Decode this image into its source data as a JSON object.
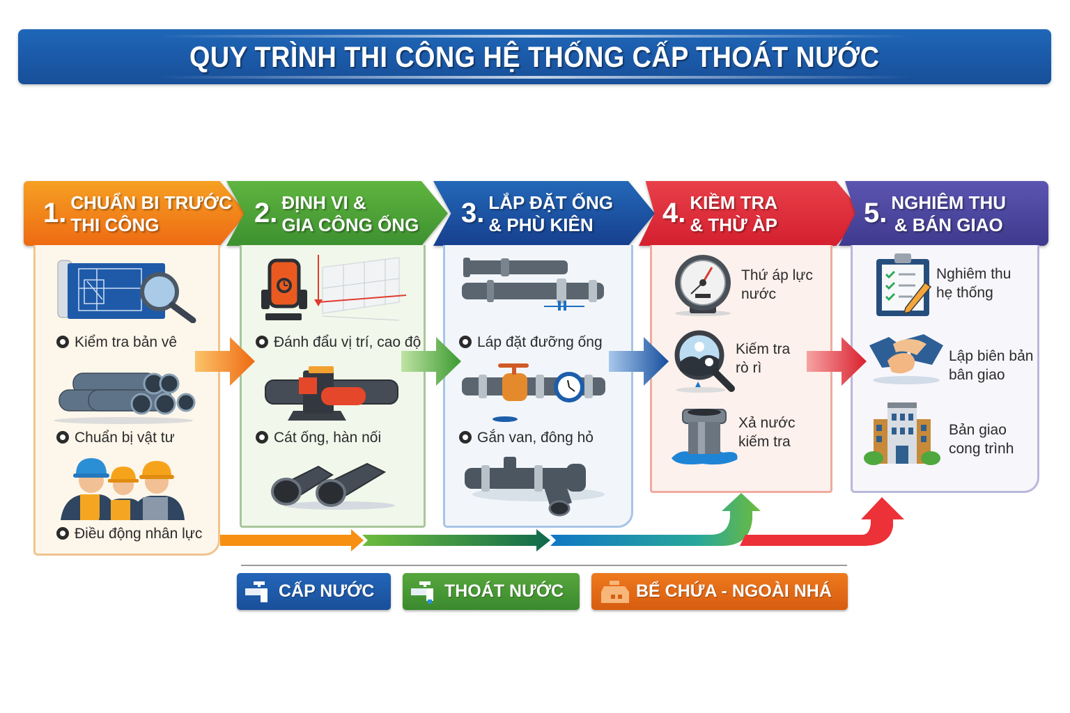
{
  "title": "QUY TRÌNH THI CÔNG HỆ THỐNG CẤP THOÁT NƯỚC",
  "colors": {
    "banner": "#1b5aa9",
    "step1": "#ee6a12",
    "step2": "#4a9f34",
    "step3": "#1d4f9e",
    "step4": "#dd2a36",
    "step5": "#4b46a0"
  },
  "steps": [
    {
      "number": "1.",
      "title_line1": "CHUẨN BI TRƯỚC",
      "title_line2": "THI CÔNG",
      "items": [
        {
          "label": "Kiểm tra bản vê",
          "icon": "blueprint-magnifier-icon"
        },
        {
          "label": "Chuẩn bị vật tư",
          "icon": "pipe-stack-icon"
        },
        {
          "label": "Điều động nhân lực",
          "icon": "workers-icon"
        }
      ]
    },
    {
      "number": "2.",
      "title_line1": "ĐỊNH VI &",
      "title_line2": "GIA CÔNG ỐNG",
      "items": [
        {
          "label": "Đánh đẩu vị trí, cao độ",
          "icon": "laser-level-icon"
        },
        {
          "label": "Cát ống, hàn nối",
          "icon": "pipe-cutter-icon"
        },
        {
          "label": "",
          "icon": "pipe-fittings-icon"
        }
      ]
    },
    {
      "number": "3.",
      "title_line1": "LẮP ĐẶT ỐNG",
      "title_line2": "& PHÙ KIÊN",
      "items": [
        {
          "label": "Láp đặt đưỡng ống",
          "icon": "pipes-clamp-icon"
        },
        {
          "label": "Gắn van, đông hỏ",
          "icon": "valve-meter-icon"
        },
        {
          "label": "",
          "icon": "tee-fitting-icon"
        }
      ]
    },
    {
      "number": "4.",
      "title_line1": "KIỀM TRA",
      "title_line2": "& THỪ ÀP",
      "items": [
        {
          "label_line1": "Thứ áp lực",
          "label_line2": "nước",
          "icon": "pressure-gauge-icon"
        },
        {
          "label_line1": "Kiếm tra",
          "label_line2": "rò rì",
          "icon": "leak-magnifier-icon"
        },
        {
          "label_line1": "Xả nước",
          "label_line2": "kiếm tra",
          "icon": "drain-pipe-icon"
        }
      ]
    },
    {
      "number": "5.",
      "title_line1": "NGHIÊM THU",
      "title_line2": "& BÁN GIAO",
      "items": [
        {
          "label_line1": "Nghiêm thu",
          "label_line2": "hẹ thống",
          "icon": "checklist-clipboard-icon"
        },
        {
          "label_line1": "Lập biên bản",
          "label_line2": "bân giao",
          "icon": "handshake-icon"
        },
        {
          "label_line1": "Bản giao",
          "label_line2": "cong trình",
          "icon": "building-icon"
        }
      ]
    }
  ],
  "legend": [
    {
      "label": "CẤP NƯỚC",
      "icon": "faucet-icon",
      "color": "#1f5eae"
    },
    {
      "label": "THOÁT NƯỚC",
      "icon": "faucet-drain-icon",
      "color": "#4a9a35"
    },
    {
      "label": "BỂ CHỨA - NGOÀI NHÁ",
      "icon": "water-tank-icon",
      "color": "#e06a15"
    }
  ]
}
